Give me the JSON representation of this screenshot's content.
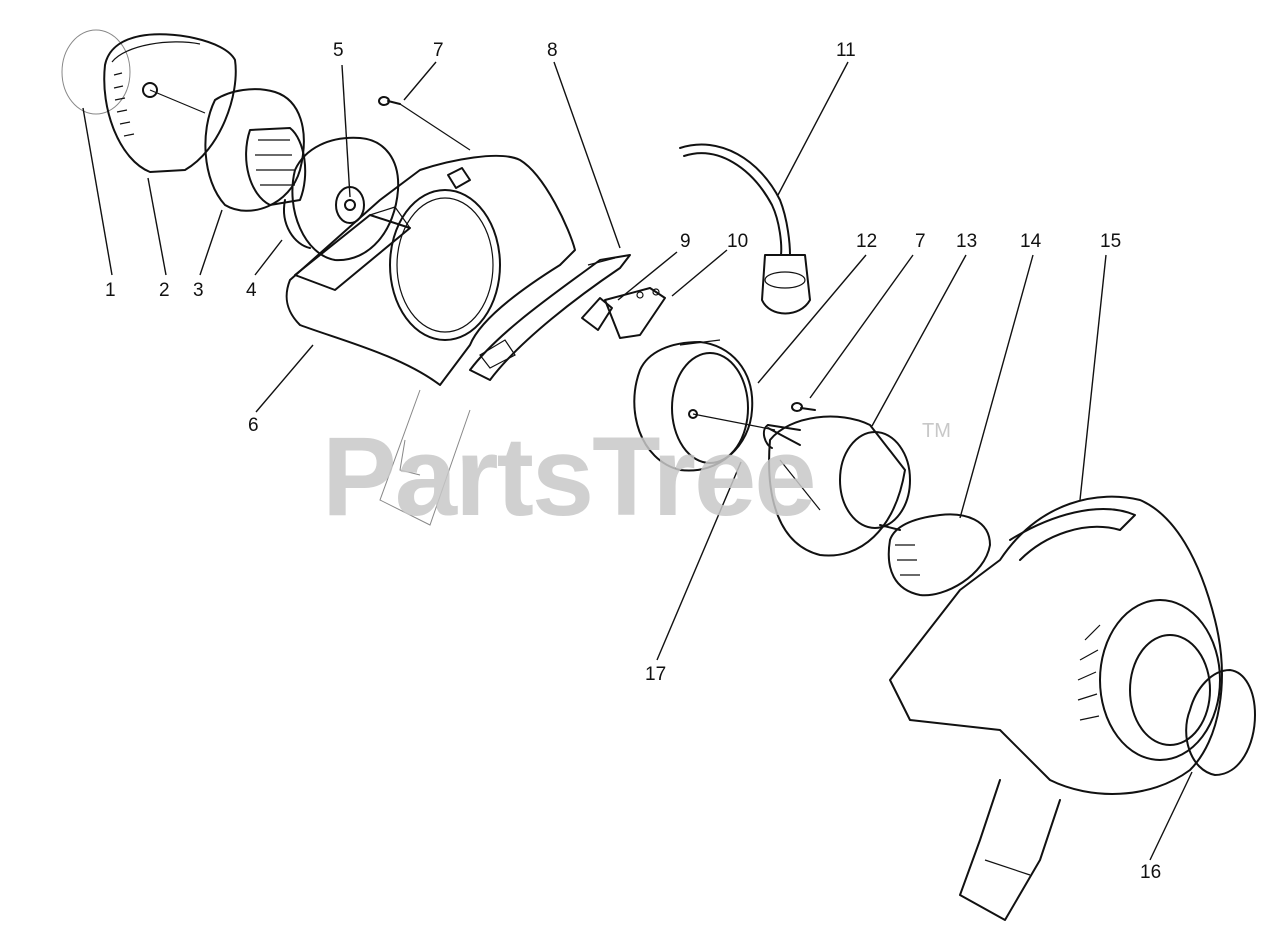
{
  "diagram": {
    "part_labels": [
      "1",
      "2",
      "3",
      "4",
      "5",
      "6",
      "7",
      "8",
      "9",
      "10",
      "11",
      "12",
      "7",
      "13",
      "14",
      "15",
      "16",
      "17"
    ],
    "watermark": "PartsTree",
    "watermark_tm": "TM",
    "bottom_caption": "",
    "colors": {
      "line": "#111111",
      "watermark": "#c8c8c8",
      "background": "#ffffff"
    }
  }
}
